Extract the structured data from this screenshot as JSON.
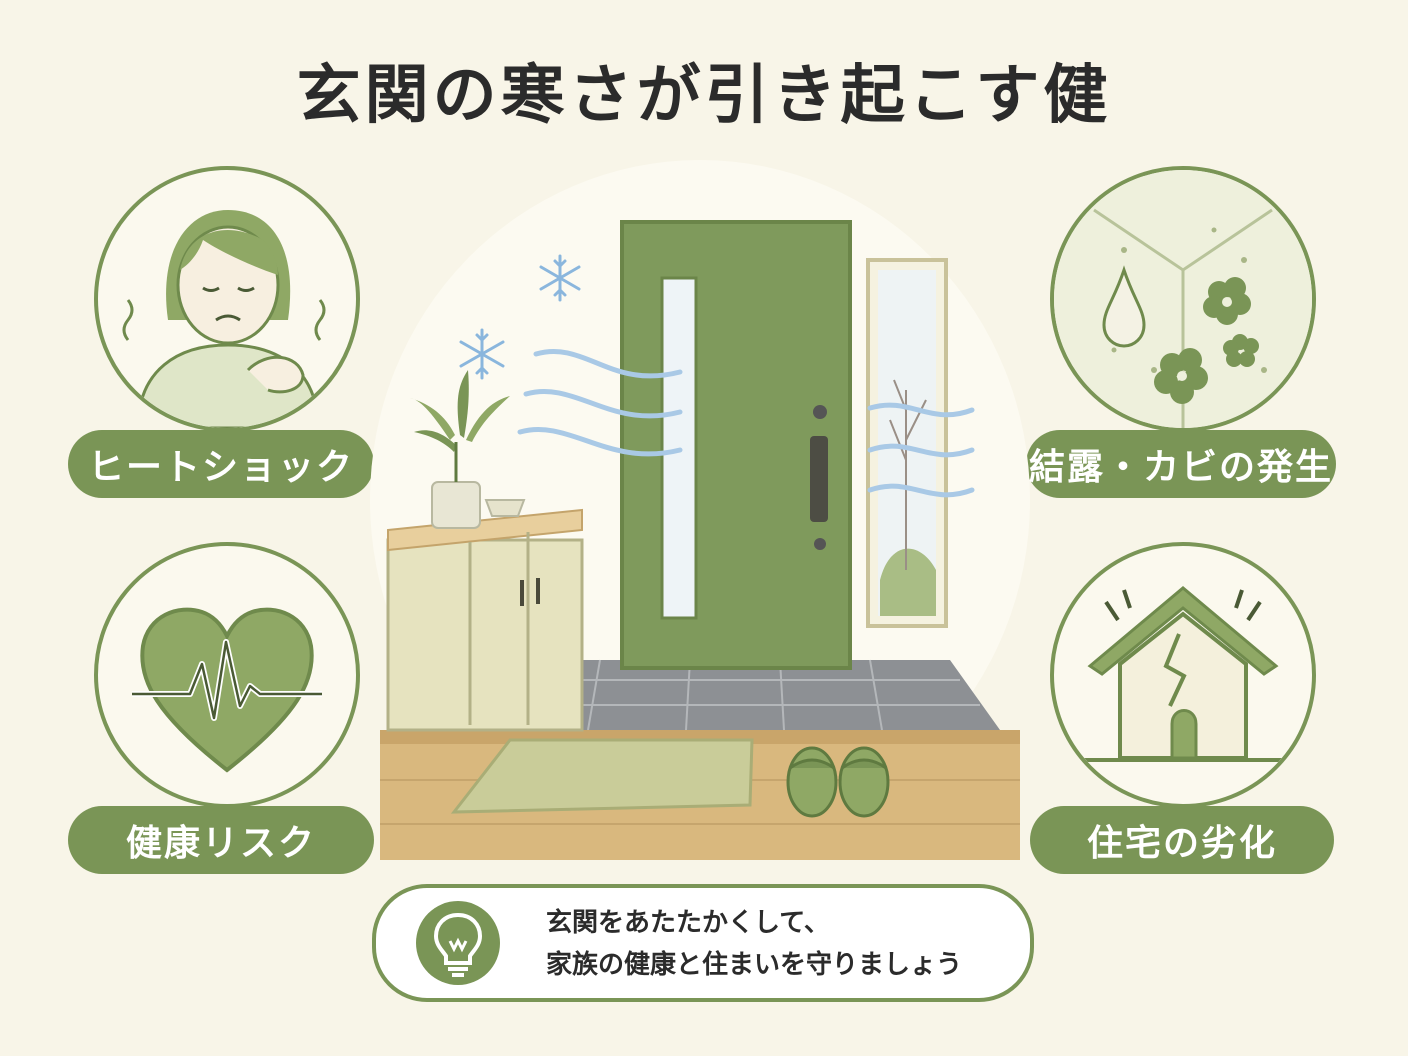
{
  "title": "玄関の寒さが引き起こす健",
  "items": {
    "heat_shock": "ヒートショック",
    "health_risk": "健康リスク",
    "condensation": "結露・カビの発生",
    "deterioration": "住宅の劣化"
  },
  "tip": {
    "line1": "玄関をあたたかくして、",
    "line2": "家族の健康と住まいを守りましょう"
  },
  "colors": {
    "accent": "#7a9556",
    "background": "#f8f5e8",
    "cold_air": "#a9c9e6"
  },
  "icons": [
    "shivering-person-icon",
    "heart-pulse-icon",
    "mold-drop-icon",
    "cracked-house-icon",
    "lightbulb-icon",
    "snowflake-icon"
  ]
}
